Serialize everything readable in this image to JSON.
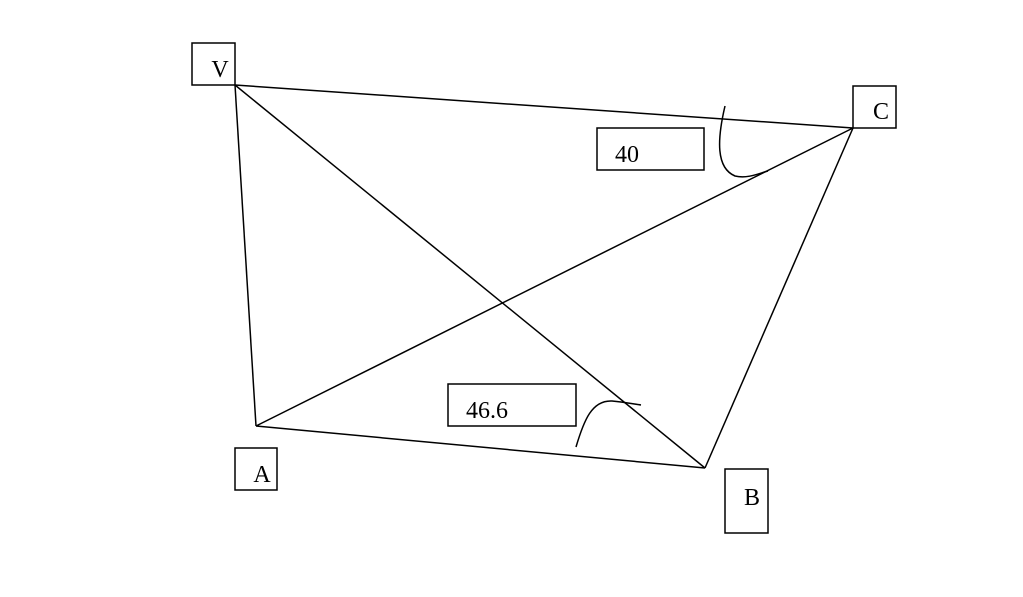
{
  "points": {
    "V": "V",
    "C": "C",
    "A": "A",
    "B": "B"
  },
  "angles": {
    "at_c": "40",
    "at_b": "46.6"
  }
}
